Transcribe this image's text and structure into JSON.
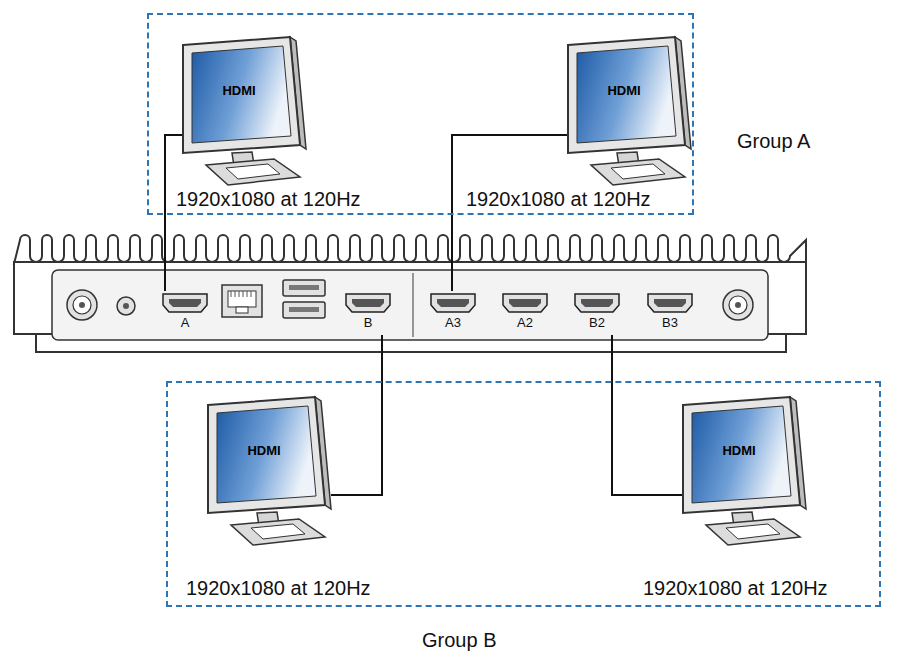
{
  "diagram": {
    "nodes": [
      {
        "text": [
          "Group A"
        ]
      },
      {
        "text": [
          "HDMI"
        ],
        "in": 0
      },
      {
        "text": [
          "HDMI"
        ],
        "in": 0
      },
      {
        "text": [
          "A"
        ]
      },
      {
        "text": [
          "B"
        ]
      },
      {
        "text": [
          "A3"
        ]
      },
      {
        "text": [
          "A2"
        ]
      },
      {
        "text": [
          "B2"
        ]
      },
      {
        "text": [
          "B3"
        ]
      },
      {
        "text": [
          "Group B"
        ]
      },
      {
        "text": [
          "HDMI"
        ],
        "in": 9
      },
      {
        "text": [
          "HDMI"
        ],
        "in": 9
      }
    ],
    "edges": [
      {
        "from": 3,
        "to": 1,
        "arrow": "none"
      },
      {
        "from": 5,
        "to": 2,
        "arrow": "none"
      },
      {
        "from": 4,
        "to": 10,
        "arrow": "none"
      },
      {
        "from": 7,
        "to": 11,
        "arrow": "none"
      }
    ],
    "labels": [
      "1920x1080 at 120Hz",
      "1920x1080 at 120Hz",
      "1920x1080 at 120Hz",
      "1920x1080 at 120Hz"
    ]
  }
}
